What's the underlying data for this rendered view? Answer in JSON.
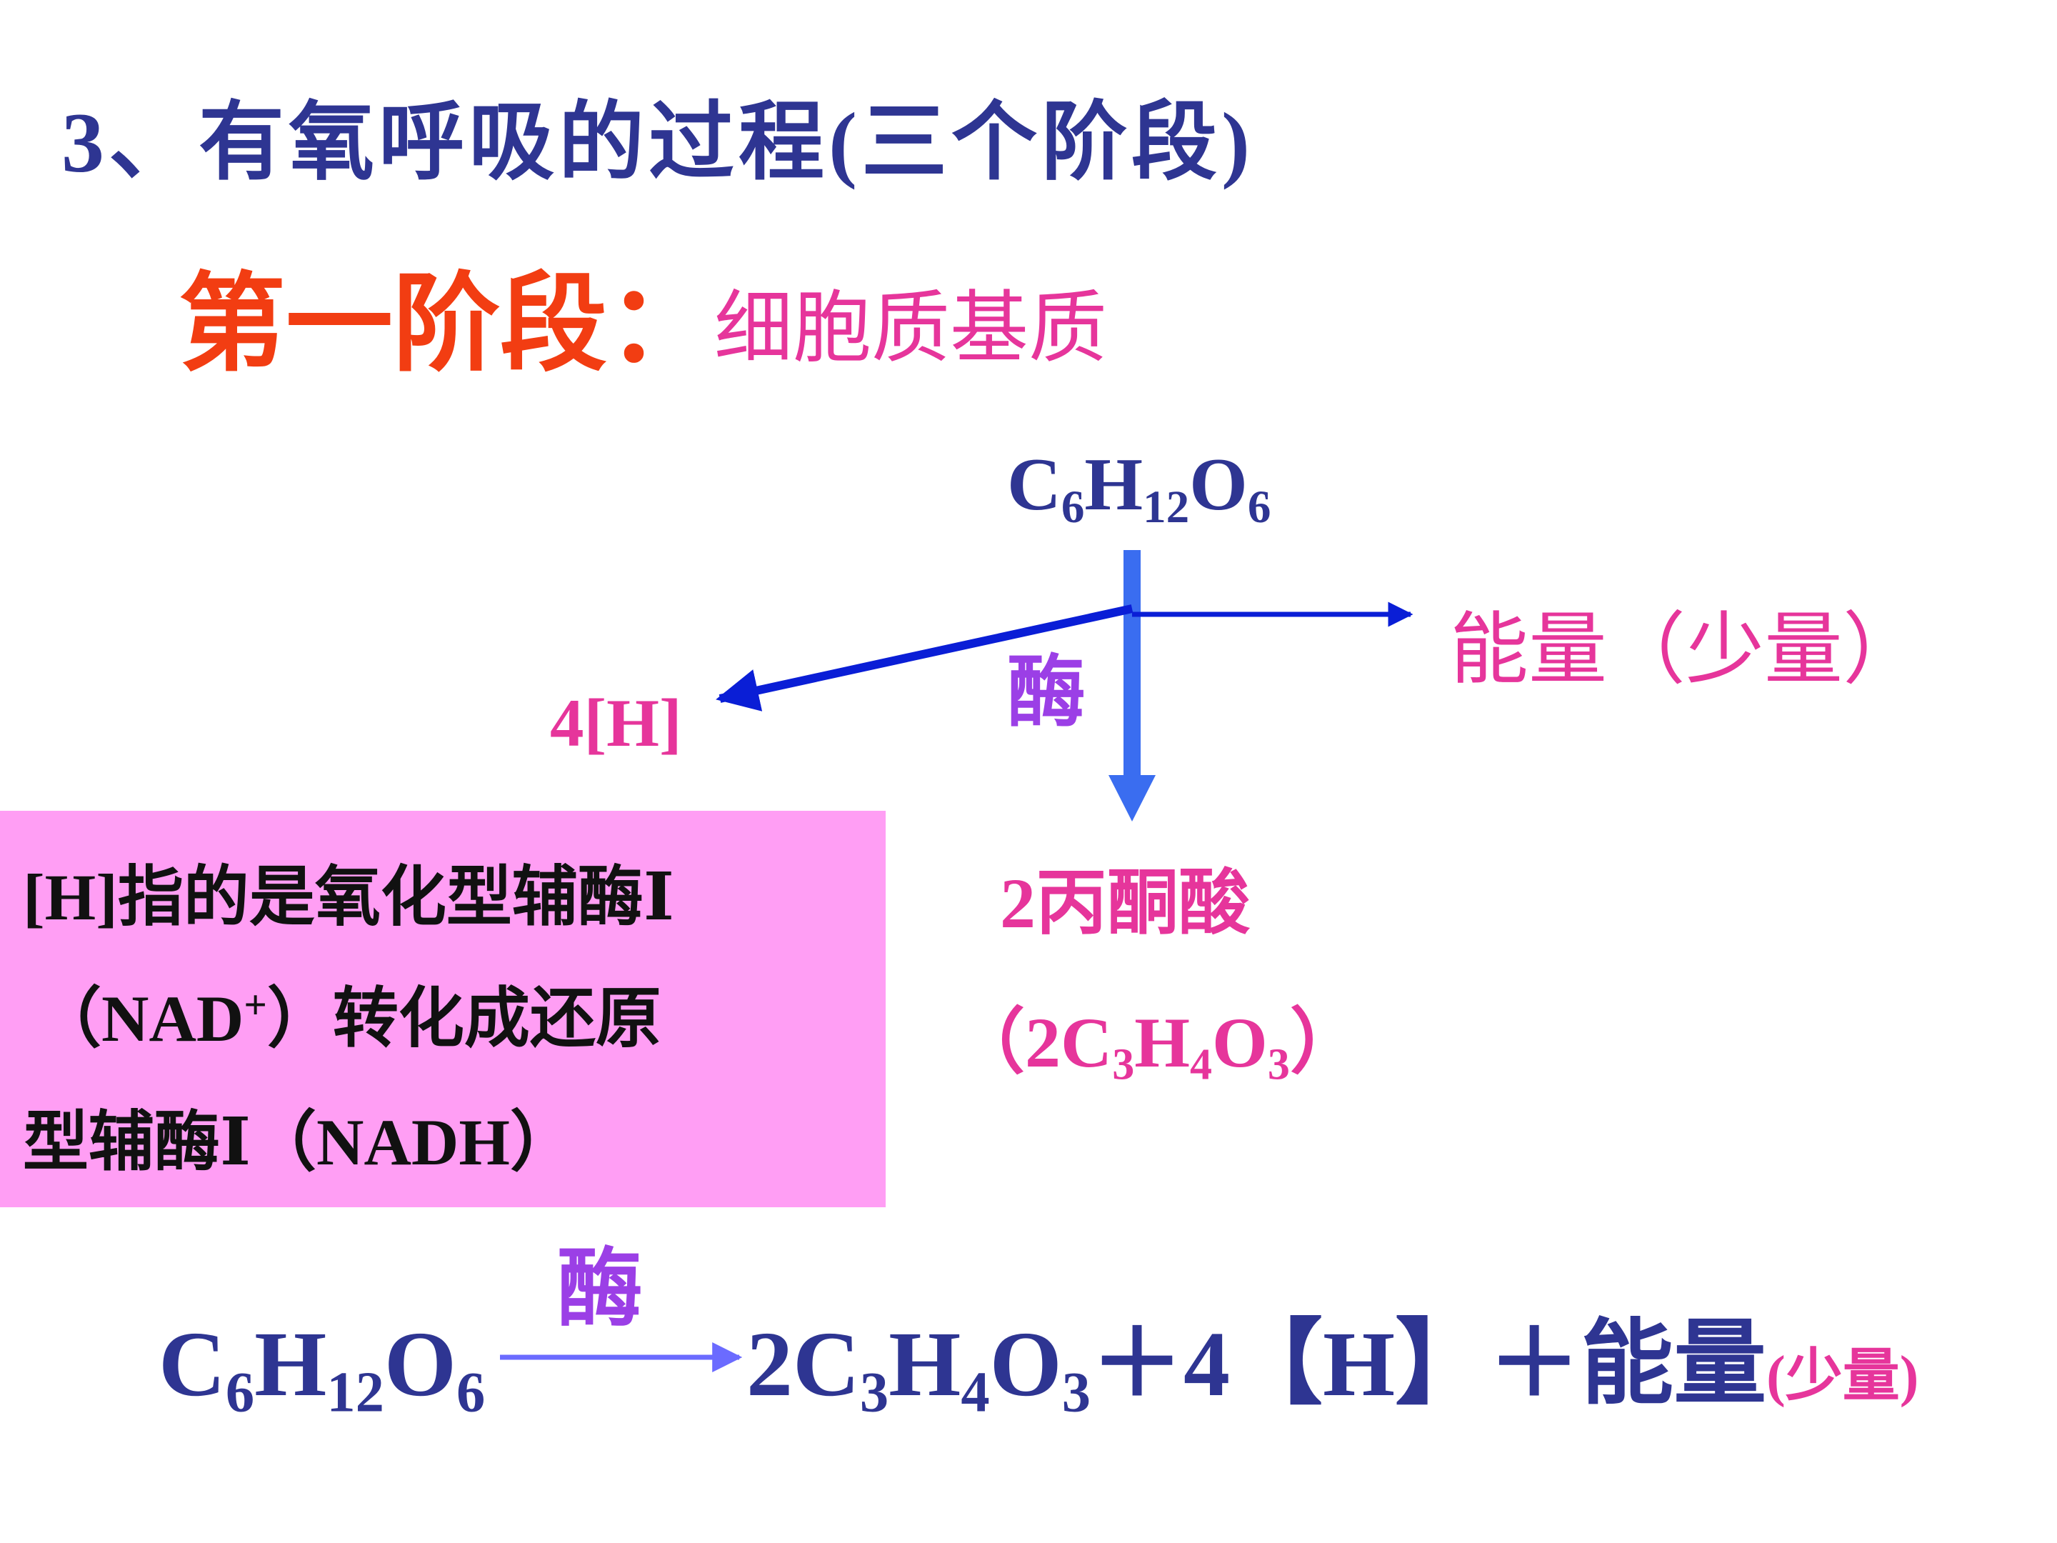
{
  "slide": {
    "title": "3、有氧呼吸的过程(三个阶段)",
    "stage_label": "第一阶段：",
    "stage_location": "细胞质基质"
  },
  "diagram": {
    "glucose_main": "C",
    "glucose_sub1": "6",
    "glucose_h": "H",
    "glucose_sub2": "12",
    "glucose_o": "O",
    "glucose_sub3": "6",
    "h_product": "4[H]",
    "energy_product": "能量（少量）",
    "enzyme": "酶",
    "pyruvate_name": "2丙酮酸",
    "pyruvate_open": "（2C",
    "pyruvate_sub1": "3",
    "pyruvate_h": "H",
    "pyruvate_sub2": "4",
    "pyruvate_o": "O",
    "pyruvate_sub3": "3",
    "pyruvate_close": "）"
  },
  "info_box": {
    "line1": "[H]指的是氧化型辅酶Ⅰ",
    "line2_open": "（NAD",
    "line2_sup": "+",
    "line2_rest": "）转化成还原",
    "line3": "型辅酶Ⅰ（NADH）"
  },
  "equation": {
    "enzyme": "酶",
    "left_c": "C",
    "left_s1": "6",
    "left_h": "H",
    "left_s2": "12",
    "left_o": "O",
    "left_s3": "6",
    "right_2c": "2C",
    "right_s1": "3",
    "right_h": "H",
    "right_s2": "4",
    "right_o": "O",
    "right_s3": "3",
    "right_rest": "＋4【H】＋能量",
    "right_note": "(少量)"
  },
  "colors": {
    "title": "#2e3592",
    "stage": "#f23d12",
    "pink_text": "#e6359b",
    "enzyme": "#9b3fe6",
    "info_box_bg": "#ff9ef4",
    "arrow_blue": "#0a1ed6",
    "arrow_main": "#3a6df0",
    "eq_arrow": "#6b6bff"
  }
}
